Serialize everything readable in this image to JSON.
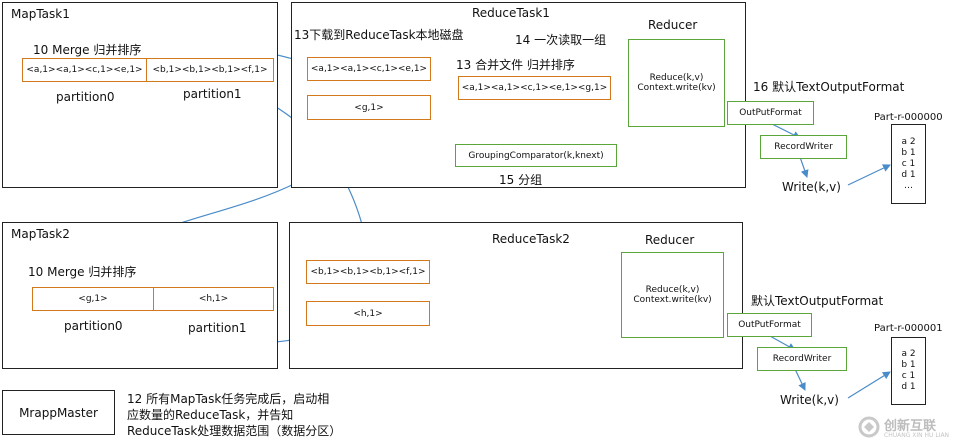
{
  "maptask1": {
    "title": "MapTask1",
    "merge_label": "10 Merge  归并排序",
    "partition0_data": "<a,1><a,1><c,1><e,1>",
    "partition1_data": "<b,1><b,1><b,1><f,1>",
    "partition0_label": "partition0",
    "partition1_label": "partition1"
  },
  "maptask2": {
    "title": "MapTask2",
    "merge_label": "10 Merge  归并排序",
    "partition0_data": "<g,1>",
    "partition1_data": "<h,1>",
    "partition0_label": "partition0",
    "partition1_label": "partition1"
  },
  "reducetask1": {
    "title": "ReduceTask1",
    "step13_download": "13下载到ReduceTask本地磁盘",
    "step14": "14 一次读取一组",
    "step13_merge": "13 合并文件 归并排序",
    "box_a": "<a,1><a,1><c,1><e,1>",
    "box_g": "<g,1>",
    "merged": "<a,1><a,1><c,1><e,1><g,1>",
    "grouping": "GroupingComparator(k,knext)",
    "step15": "15 分组",
    "reducer_title": "Reducer",
    "reduce_line1": "Reduce(k,v)",
    "reduce_line2": "Context.write(kv)"
  },
  "reducetask2": {
    "title": "ReduceTask2",
    "box_b": "<b,1><b,1><b,1><f,1>",
    "box_h": "<h,1>",
    "reducer_title": "Reducer",
    "reduce_line1": "Reduce(k,v)",
    "reduce_line2": "Context.write(kv)"
  },
  "output1": {
    "label": "16 默认TextOutputFormat",
    "outputformat": "OutPutFormat",
    "recordwriter": "RecordWriter",
    "write": "Write(k,v)",
    "file_name": "Part-r-000000",
    "file_lines": [
      "a 2",
      "b 1",
      "c 1",
      "d 1",
      "…"
    ]
  },
  "output2": {
    "label": "默认TextOutputFormat",
    "outputformat": "OutPutFormat",
    "recordwriter": "RecordWriter",
    "write": "Write(k,v)",
    "file_name": "Part-r-000001",
    "file_lines": [
      "a 2",
      "b 1",
      "c 1",
      "d 1"
    ]
  },
  "master": {
    "label": "MrappMaster",
    "note_line1": "12 所有MapTask任务完成后，启动相",
    "note_line2": "应数量的ReduceTask，并告知",
    "note_line3": "ReduceTask处理数据范围（数据分区）"
  },
  "watermark": {
    "cn": "创新互联",
    "en": "CHUANG XIN HU LIAN"
  },
  "colors": {
    "orange_border": "#d4781e",
    "green_border": "#5aa63a",
    "arrow_blue": "#4a8cc9"
  }
}
